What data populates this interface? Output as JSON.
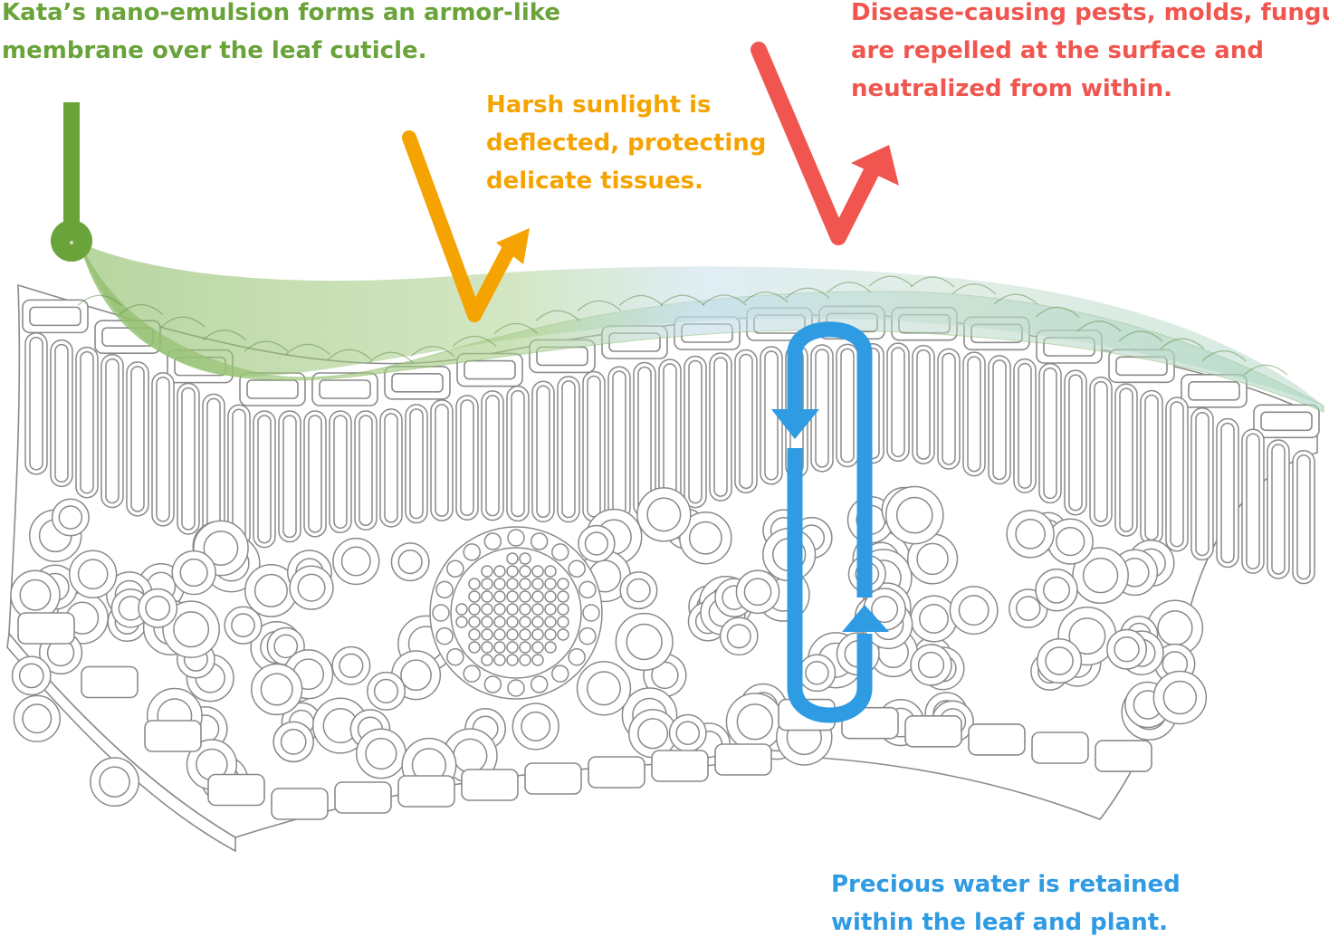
{
  "colors": {
    "membrane": "#6aa33a",
    "sunlight": "#f5a300",
    "pests": "#f0564f",
    "water": "#2f9be3",
    "cell_stroke": "#8a8a8a",
    "cell_fill": "#ffffff"
  },
  "labels": {
    "membrane": {
      "lines": [
        "Kata’s nano-emulsion forms an armor-like",
        "membrane over the leaf cuticle."
      ]
    },
    "sunlight": {
      "lines": [
        "Harsh sunlight is",
        "deflected, protecting",
        "delicate tissues."
      ]
    },
    "pests": {
      "lines": [
        "Disease-causing pests, molds, fungus",
        "are repelled at the surface and",
        "neutralized from within."
      ]
    },
    "water": {
      "lines": [
        "Precious water is retained",
        "within the leaf and plant."
      ]
    }
  },
  "icons": {
    "membrane_pointer": "pin-marker-icon",
    "sunlight_arrow": "deflect-arrow-icon",
    "pests_arrow": "deflect-arrow-icon",
    "water_loop": "loop-arrow-icon"
  }
}
